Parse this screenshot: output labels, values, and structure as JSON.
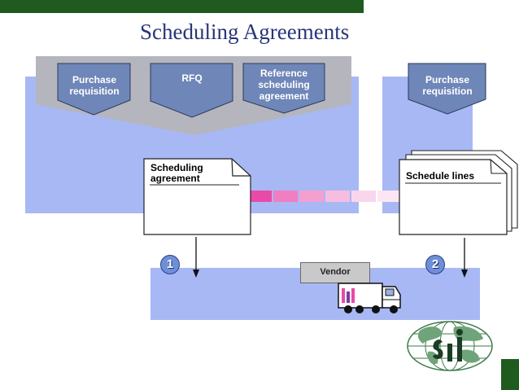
{
  "slide": {
    "title": "Scheduling Agreements",
    "colors": {
      "accent_bar": "#1f5a1f",
      "title": "#28357a",
      "panel": "#a8b8f5",
      "pentagon": "#6f86b8",
      "strip": "#e94aa7"
    }
  },
  "process": {
    "steps": [
      {
        "label": "Purchase requisition"
      },
      {
        "label": "RFQ"
      },
      {
        "label": "Reference scheduling agreement"
      }
    ],
    "right_step": {
      "label": "Purchase requisition"
    }
  },
  "documents": {
    "scheduling_agreement": "Scheduling agreement",
    "schedule_lines": "Schedule lines"
  },
  "markers": {
    "step1": "1",
    "step2": "2"
  },
  "vendor": {
    "label": "Vendor"
  },
  "icons": [
    "truck-icon",
    "globe-logo-icon",
    "arrow-down-icon"
  ]
}
